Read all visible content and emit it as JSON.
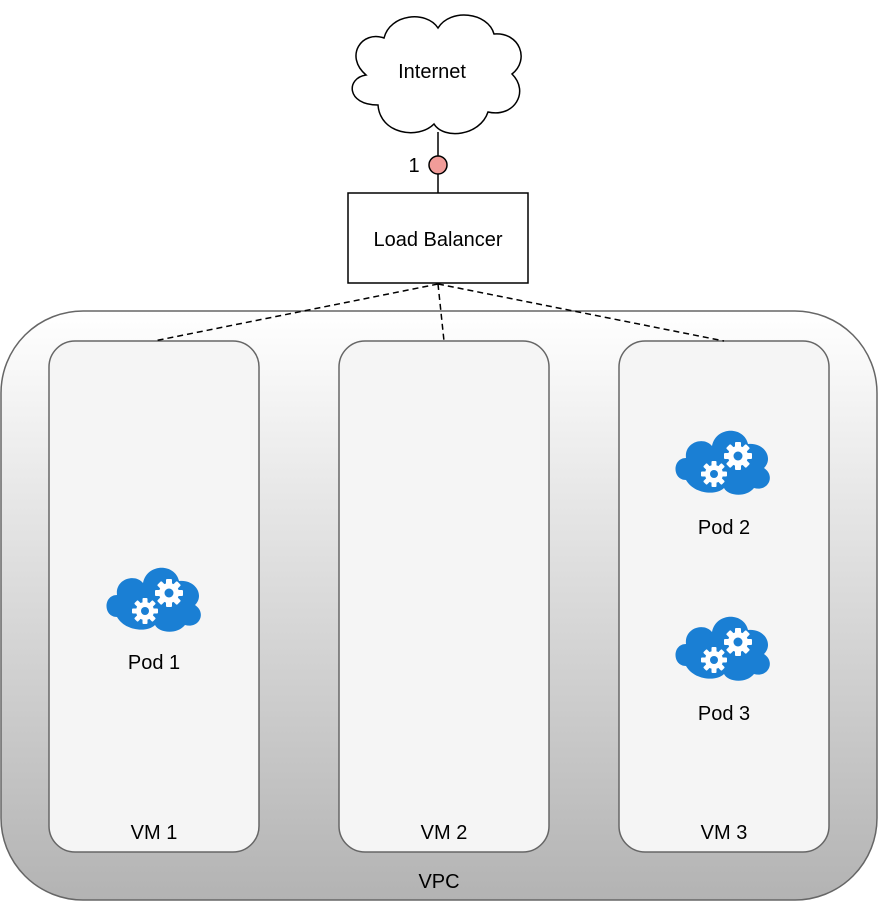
{
  "internet": {
    "label": "Internet"
  },
  "connector": {
    "label": "1"
  },
  "load_balancer": {
    "label": "Load Balancer"
  },
  "vpc": {
    "label": "VPC"
  },
  "vms": [
    {
      "label": "VM 1"
    },
    {
      "label": "VM 2"
    },
    {
      "label": "VM 3"
    }
  ],
  "pods": [
    {
      "label": "Pod 1",
      "icon": "cloud-gears-icon"
    },
    {
      "label": "Pod 2",
      "icon": "cloud-gears-icon"
    },
    {
      "label": "Pod 3",
      "icon": "cloud-gears-icon"
    }
  ],
  "colors": {
    "pod_icon": "#1a7fd4",
    "connector_dot": "#f19c99",
    "vpc_border": "#666666"
  }
}
